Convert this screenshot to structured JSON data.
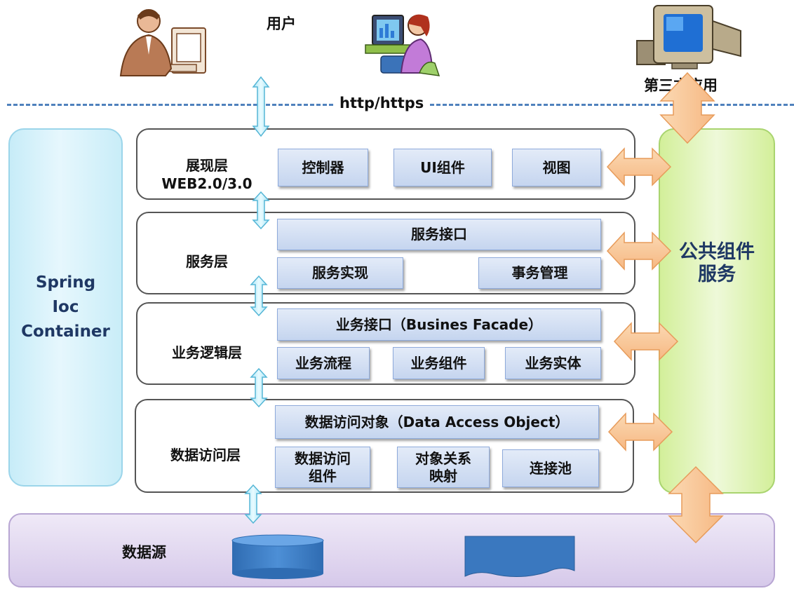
{
  "top": {
    "users_label": "用户",
    "third_party_label": "第三方应用",
    "protocol_label": "http/https"
  },
  "spring": {
    "label": "Spring\nIoc\nContainer"
  },
  "public_service": {
    "label": "公共组件\n服务"
  },
  "layers": {
    "presentation": {
      "label": "展现层\nWEB2.0/3.0",
      "components": [
        "控制器",
        "UI组件",
        "视图"
      ]
    },
    "service": {
      "label": "服务层",
      "interface": "服务接口",
      "components": [
        "服务实现",
        "事务管理"
      ]
    },
    "business": {
      "label": "业务逻辑层",
      "interface": "业务接口（Busines Facade）",
      "components": [
        "业务流程",
        "业务组件",
        "业务实体"
      ]
    },
    "data_access": {
      "label": "数据访问层",
      "interface": "数据访问对象（Data Access Object）",
      "components": [
        "数据访问\n组件",
        "对象关系\n映射",
        "连接池"
      ]
    }
  },
  "data_source": {
    "label": "数据源"
  },
  "colors": {
    "accent_blue": "#4f81bd",
    "arrow_orange": "#f9c99a",
    "arrow_cyan": "#bfeefd",
    "db_blue": "#3a78bf"
  },
  "icons": [
    "businessman-computer-icon",
    "woman-computer-icon",
    "desktop-computer-icon",
    "database-cylinder-icon",
    "document-icon"
  ]
}
